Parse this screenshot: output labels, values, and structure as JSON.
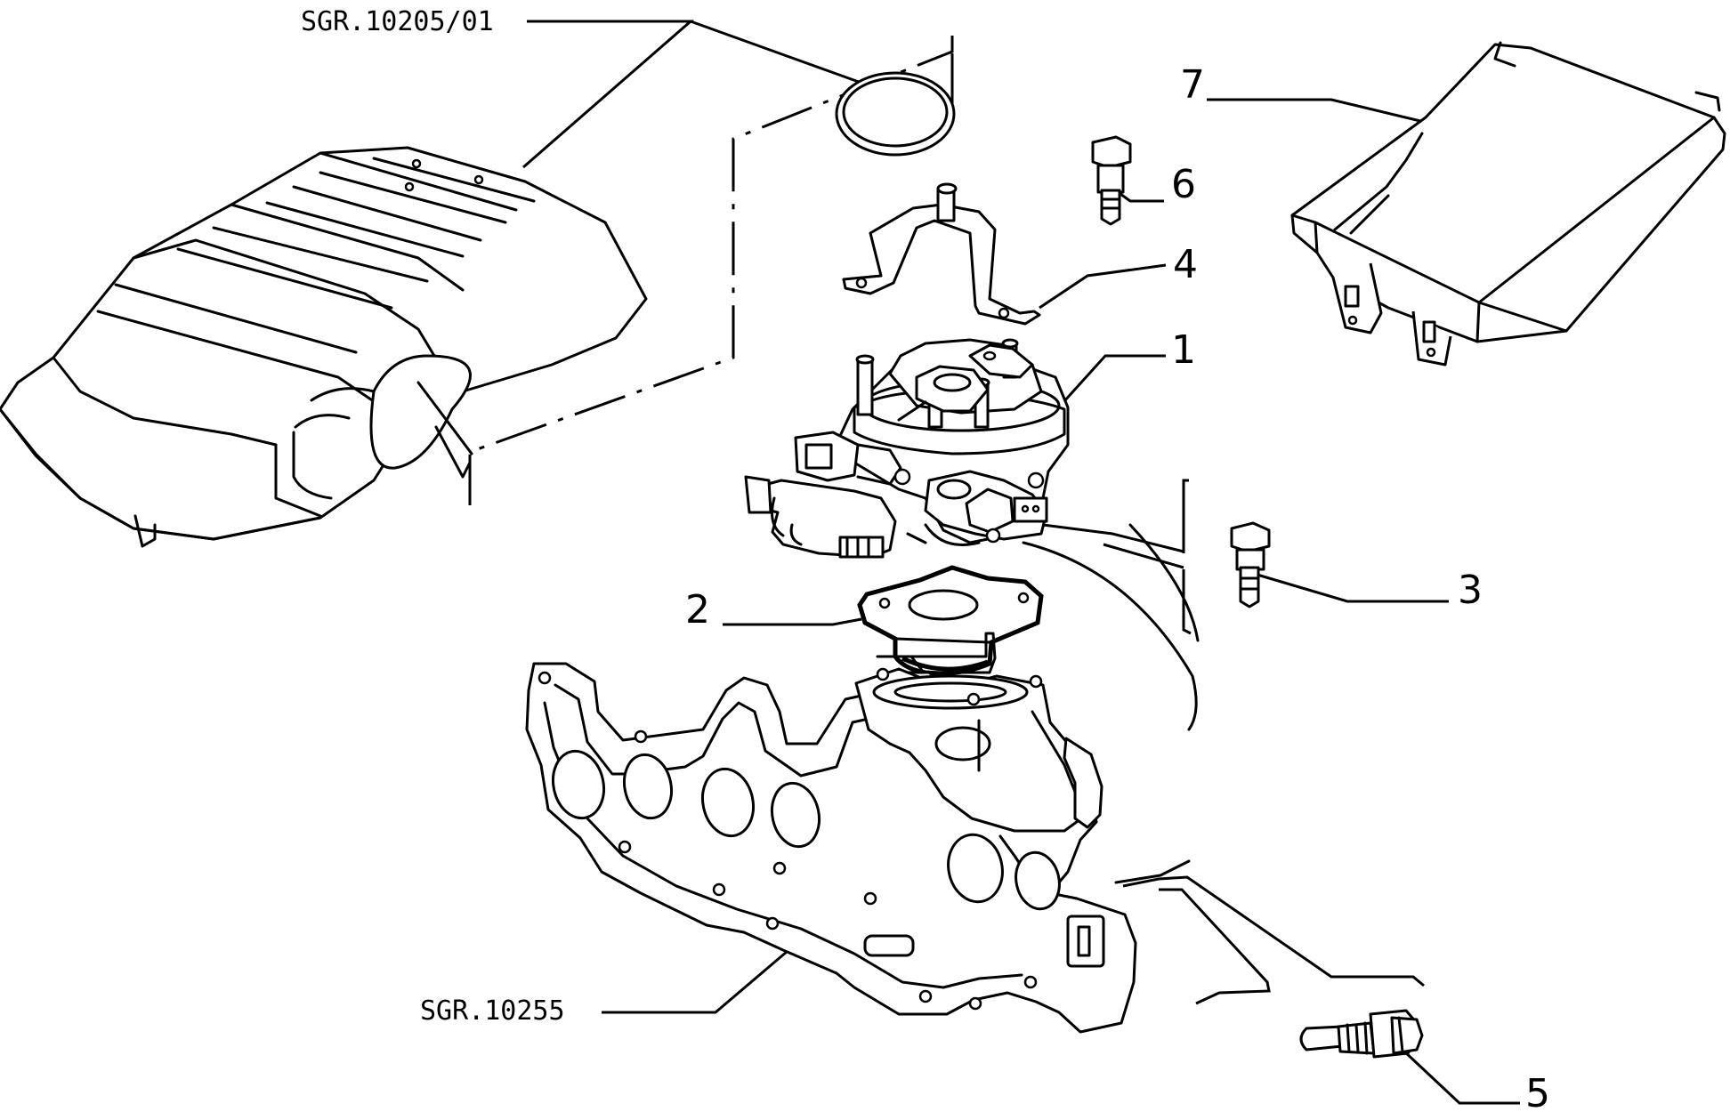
{
  "references": {
    "air_filter": "SGR.10205/01",
    "intake_manifold": "SGR.10255"
  },
  "callouts": {
    "throttle_body": "1",
    "gasket": "2",
    "throttle_screw": "3",
    "bracket": "4",
    "temp_sensor": "5",
    "bracket_screw": "6",
    "control_unit": "7"
  }
}
